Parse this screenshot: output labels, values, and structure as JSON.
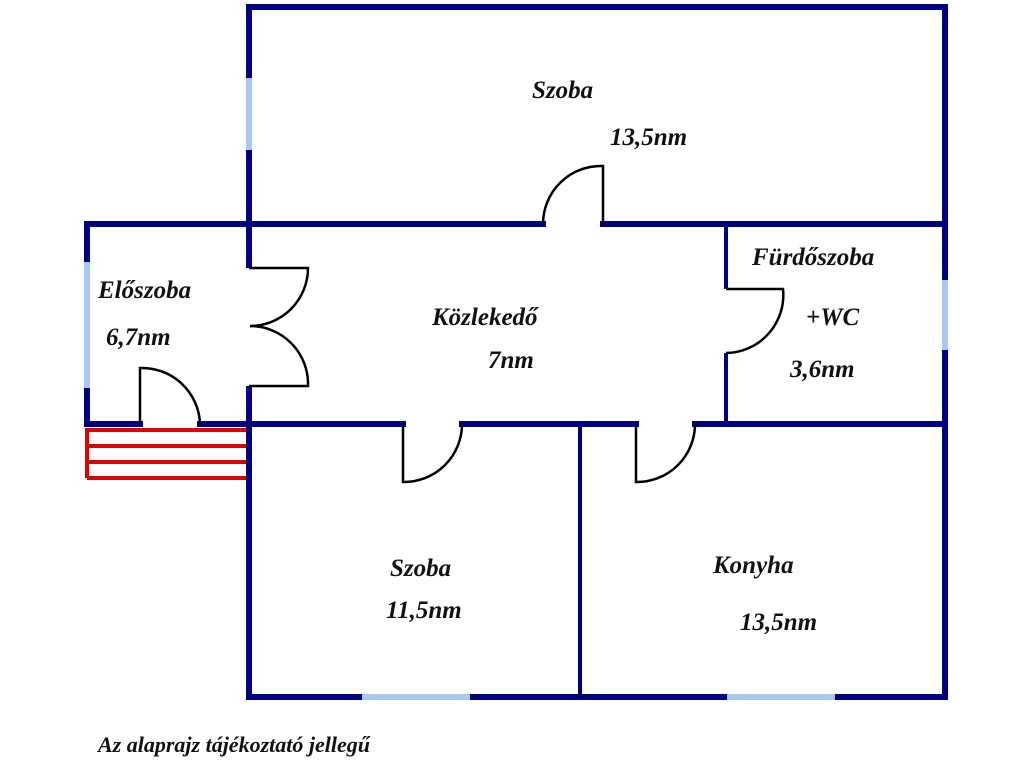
{
  "rooms": [
    {
      "name": "Szoba",
      "area": "13,5nm"
    },
    {
      "name": "Előszoba",
      "area": "6,7nm"
    },
    {
      "name": "Közlekedő",
      "area": "7nm"
    },
    {
      "name": "Fürdőszoba",
      "name2": "+WC",
      "area": "3,6nm"
    },
    {
      "name": "Szoba",
      "area": "11,5nm"
    },
    {
      "name": "Konyha",
      "area": "13,5nm"
    }
  ],
  "note": "Az alaprajz tájékoztató jellegű",
  "colors": {
    "wall": "#000080",
    "window": "#a8c8ec",
    "stairs": "#e00000",
    "door": "#000000"
  }
}
